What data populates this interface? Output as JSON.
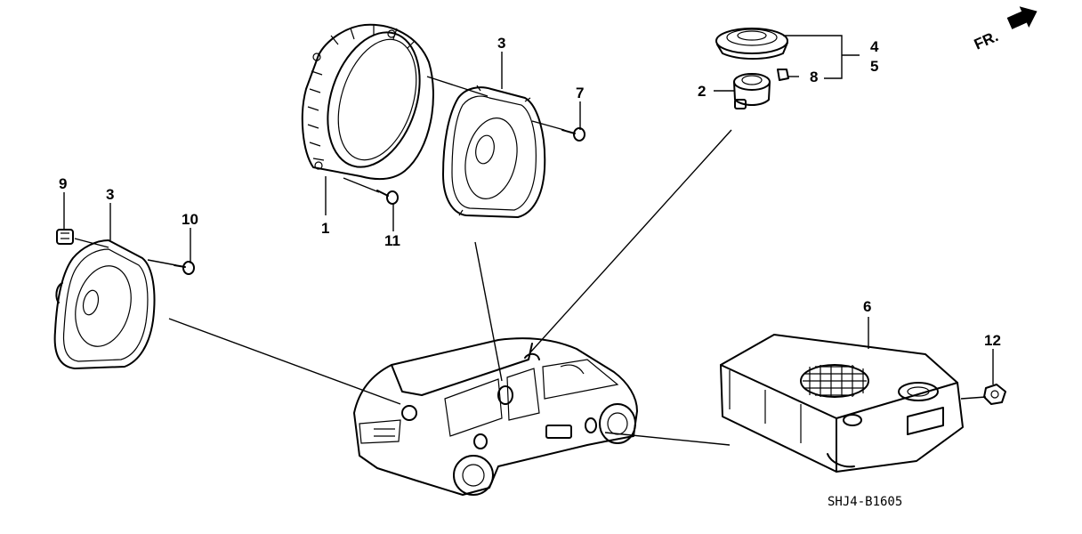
{
  "callouts": [
    {
      "key": "1",
      "label": "1"
    },
    {
      "key": "2",
      "label": "2"
    },
    {
      "key": "3a",
      "label": "3"
    },
    {
      "key": "3b",
      "label": "3"
    },
    {
      "key": "4",
      "label": "4"
    },
    {
      "key": "5",
      "label": "5"
    },
    {
      "key": "6",
      "label": "6"
    },
    {
      "key": "7",
      "label": "7"
    },
    {
      "key": "8",
      "label": "8"
    },
    {
      "key": "9",
      "label": "9"
    },
    {
      "key": "10",
      "label": "10"
    },
    {
      "key": "11",
      "label": "11"
    },
    {
      "key": "12",
      "label": "12"
    }
  ],
  "direction_label": "FR.",
  "diagram_code": "SHJ4-B1605",
  "icons": {
    "direction": "front-arrow-icon",
    "vehicle": "minivan-icon"
  },
  "colors": {
    "line": "#000000",
    "background": "#ffffff"
  }
}
